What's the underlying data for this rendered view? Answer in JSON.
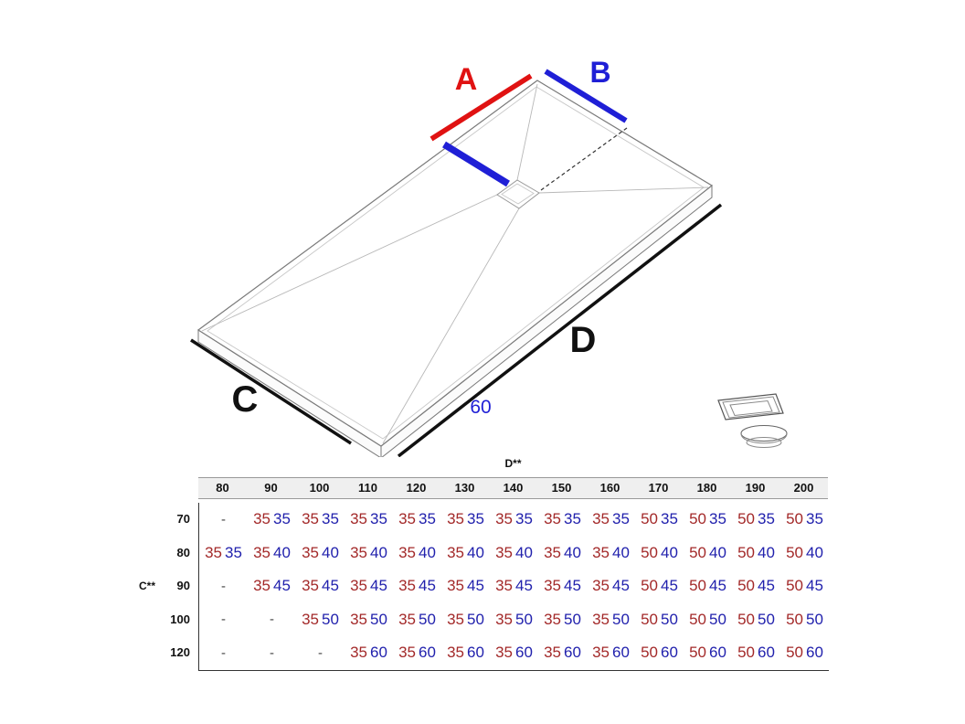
{
  "diagram": {
    "label_a": "A",
    "label_b": "B",
    "label_c": "C",
    "label_d": "D",
    "offset_60": "60"
  },
  "colors": {
    "label_red": "#e01212",
    "label_blue": "#1f1fd6",
    "value_red": "#a32929",
    "value_blue": "#2121ad",
    "line_black": "#111111"
  },
  "table": {
    "col_axis_label": "D**",
    "row_axis_label": "C**",
    "columns": [
      "80",
      "90",
      "100",
      "110",
      "120",
      "130",
      "140",
      "150",
      "160",
      "170",
      "180",
      "190",
      "200"
    ],
    "rows": [
      {
        "label": "70",
        "cells": [
          "-",
          [
            "35",
            "35"
          ],
          [
            "35",
            "35"
          ],
          [
            "35",
            "35"
          ],
          [
            "35",
            "35"
          ],
          [
            "35",
            "35"
          ],
          [
            "35",
            "35"
          ],
          [
            "35",
            "35"
          ],
          [
            "35",
            "35"
          ],
          [
            "50",
            "35"
          ],
          [
            "50",
            "35"
          ],
          [
            "50",
            "35"
          ],
          [
            "50",
            "35"
          ]
        ]
      },
      {
        "label": "80",
        "cells": [
          [
            "35",
            "35"
          ],
          [
            "35",
            "40"
          ],
          [
            "35",
            "40"
          ],
          [
            "35",
            "40"
          ],
          [
            "35",
            "40"
          ],
          [
            "35",
            "40"
          ],
          [
            "35",
            "40"
          ],
          [
            "35",
            "40"
          ],
          [
            "35",
            "40"
          ],
          [
            "50",
            "40"
          ],
          [
            "50",
            "40"
          ],
          [
            "50",
            "40"
          ],
          [
            "50",
            "40"
          ]
        ]
      },
      {
        "label": "90",
        "cells": [
          "-",
          [
            "35",
            "45"
          ],
          [
            "35",
            "45"
          ],
          [
            "35",
            "45"
          ],
          [
            "35",
            "45"
          ],
          [
            "35",
            "45"
          ],
          [
            "35",
            "45"
          ],
          [
            "35",
            "45"
          ],
          [
            "35",
            "45"
          ],
          [
            "50",
            "45"
          ],
          [
            "50",
            "45"
          ],
          [
            "50",
            "45"
          ],
          [
            "50",
            "45"
          ]
        ]
      },
      {
        "label": "100",
        "cells": [
          "-",
          "-",
          [
            "35",
            "50"
          ],
          [
            "35",
            "50"
          ],
          [
            "35",
            "50"
          ],
          [
            "35",
            "50"
          ],
          [
            "35",
            "50"
          ],
          [
            "35",
            "50"
          ],
          [
            "35",
            "50"
          ],
          [
            "50",
            "50"
          ],
          [
            "50",
            "50"
          ],
          [
            "50",
            "50"
          ],
          [
            "50",
            "50"
          ]
        ]
      },
      {
        "label": "120",
        "cells": [
          "-",
          "-",
          "-",
          [
            "35",
            "60"
          ],
          [
            "35",
            "60"
          ],
          [
            "35",
            "60"
          ],
          [
            "35",
            "60"
          ],
          [
            "35",
            "60"
          ],
          [
            "35",
            "60"
          ],
          [
            "50",
            "60"
          ],
          [
            "50",
            "60"
          ],
          [
            "50",
            "60"
          ],
          [
            "50",
            "60"
          ]
        ]
      }
    ]
  }
}
